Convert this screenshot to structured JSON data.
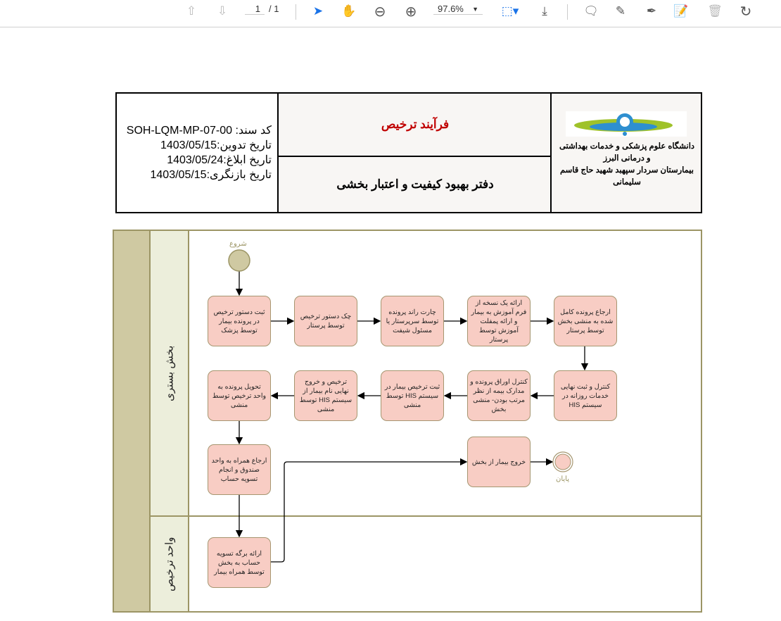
{
  "toolbar": {
    "page_current": "1",
    "page_total": "/ 1",
    "zoom": "97.6%",
    "icons": [
      "arrow-up-circle",
      "arrow-down-circle",
      "select-arrow",
      "hand",
      "zoom-out",
      "zoom-in",
      "fit-page",
      "scroll-mode",
      "comment",
      "highlight",
      "sign",
      "edit-pdf",
      "delete",
      "rotate"
    ]
  },
  "header": {
    "doc_code": "کد سند: SOH-LQM-MP-07-00",
    "date_compiled": "تاریخ تدوین:1403/05/15",
    "date_issued": "تاریخ ابلاغ:1403/05/24",
    "date_review": "تاریخ بازنگری:1403/05/15",
    "process_title": "فرآیند ترخیص",
    "office": "دفتر بهبود کیفیت و اعتبار بخشی",
    "org_line1": "دانشگاه علوم پزشکی و خدمات بهداشتی",
    "org_line2": "و درمانی البرز",
    "org_line3": "بیمارستان سردار سپهبد شهید حاج قاسم سلیمانی",
    "title_color": "#c00000"
  },
  "diagram": {
    "lanes": [
      "بخش بستری",
      "واحد ترخیص"
    ],
    "start_label": "شروع",
    "end_label": "پایان",
    "tasks": [
      "ثبت دستور ترخیص در پرونده بیمار توسط پزشک",
      "چک دستور ترخیص توسط پرستار",
      "چارت راند پرونده توسط سرپرستار یا مسئول شیفت",
      "ارائه یک نسخه از فرم آموزش به بیمار و ارائه پمفلت آموزش توسط پرستار",
      "ارجاع پرونده کامل شده به منشی بخش توسط پرستار",
      "کنترل و ثبت نهایی خدمات روزانه در سیستم HIS",
      "کنترل اوراق پرونده و مدارک بیمه از نظر مرتب بودن- منشی بخش",
      "ثبت ترخیص بیمار در سیستم HIS توسط منشی",
      "ترخیص و خروج نهایی نام بیمار از سیستم HIS توسط منشی",
      "تحویل پرونده به واحد ترخیص توسط منشی",
      "ارجاع همراه به واحد صندوق و انجام تسویه حساب",
      "خروج بیمار از بخش",
      "ارائه برگه تسویه حساب به بخش توسط همراه بیمار"
    ],
    "colors": {
      "task_fill": "#f8cdc4",
      "pool_border": "#9c9565",
      "pool_header": "#cfc9a2",
      "lane_header": "#eceedb"
    }
  }
}
